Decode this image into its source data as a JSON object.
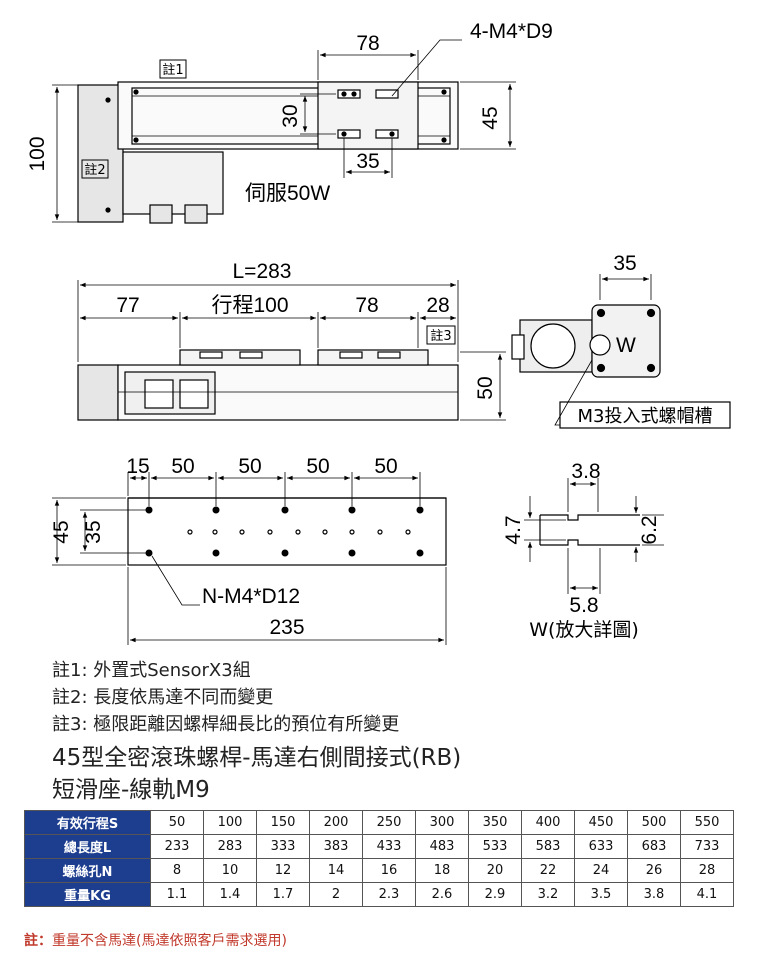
{
  "top_view": {
    "dim_78": "78",
    "dim_4m4": "4-M4*D9",
    "dim_30": "30",
    "dim_45": "45",
    "dim_35": "35",
    "dim_100": "100",
    "note1_tag": "註1",
    "note2_tag": "註2",
    "servo": "伺服50W"
  },
  "side_view": {
    "dim_L": "L=283",
    "dim_77": "77",
    "dim_stroke": "行程100",
    "dim_78": "78",
    "dim_28": "28",
    "note3_tag": "註3",
    "dim_50": "50",
    "dim_35": "35",
    "label_w": "W",
    "slot_label": "M3投入式螺帽槽"
  },
  "bottom_view": {
    "dim_15": "15",
    "dim_50a": "50",
    "dim_50b": "50",
    "dim_50c": "50",
    "dim_50d": "50",
    "dim_45": "45",
    "dim_35": "35",
    "holes": "N-M4*D12",
    "dim_235": "235"
  },
  "detail": {
    "dim_38": "3.8",
    "dim_47": "4.7",
    "dim_62": "6.2",
    "dim_58": "5.8",
    "caption": "W(放大詳圖)"
  },
  "notes": {
    "n1": "註1: 外置式SensorX3組",
    "n2": "註2: 長度依馬達不同而變更",
    "n3": "註3: 極限距離因螺桿細長比的預位有所變更"
  },
  "title_line1": "45型全密滾珠螺桿-馬達右側間接式(RB)",
  "title_line2": "短滑座-線軌M9",
  "table": {
    "rows": [
      {
        "label": "有效行程S",
        "values": [
          "50",
          "100",
          "150",
          "200",
          "250",
          "300",
          "350",
          "400",
          "450",
          "500",
          "550"
        ]
      },
      {
        "label": "總長度L",
        "values": [
          "233",
          "283",
          "333",
          "383",
          "433",
          "483",
          "533",
          "583",
          "633",
          "683",
          "733"
        ]
      },
      {
        "label": "螺絲孔N",
        "values": [
          "8",
          "10",
          "12",
          "14",
          "16",
          "18",
          "20",
          "22",
          "24",
          "26",
          "28"
        ]
      },
      {
        "label": "重量KG",
        "values": [
          "1.1",
          "1.4",
          "1.7",
          "2",
          "2.3",
          "2.6",
          "2.9",
          "3.2",
          "3.5",
          "3.8",
          "4.1"
        ]
      }
    ]
  },
  "footnote_label": "註：",
  "footnote_text": "重量不含馬達(馬達依照客戶需求選用)"
}
